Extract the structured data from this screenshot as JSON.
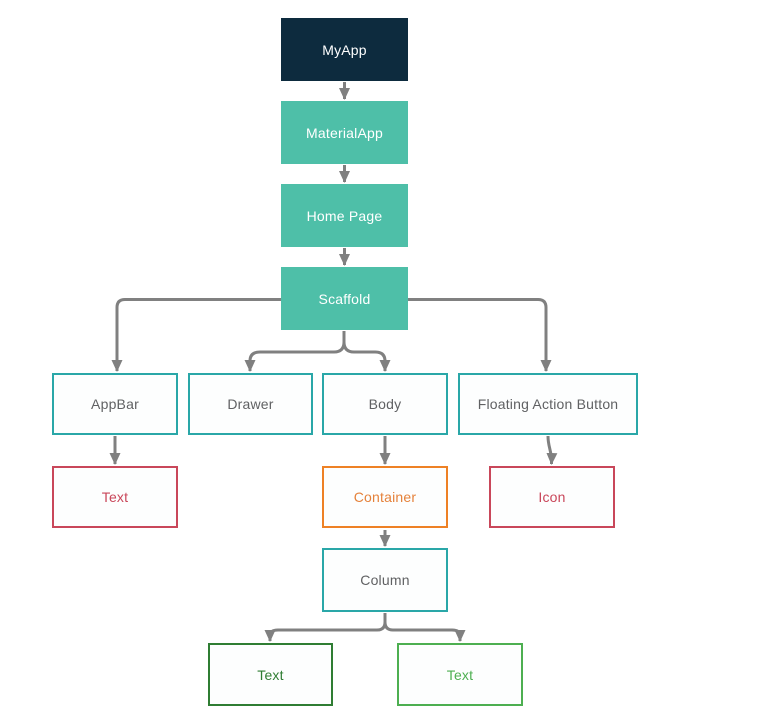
{
  "diagram": {
    "type": "widget-tree-flowchart",
    "nodes": {
      "myapp": {
        "label": "MyApp"
      },
      "materialapp": {
        "label": "MaterialApp"
      },
      "homepage": {
        "label": "Home Page"
      },
      "scaffold": {
        "label": "Scaffold"
      },
      "appbar": {
        "label": "AppBar"
      },
      "drawer": {
        "label": "Drawer"
      },
      "body": {
        "label": "Body"
      },
      "fab": {
        "label": "Floating Action Button"
      },
      "appbar_text": {
        "label": "Text"
      },
      "container": {
        "label": "Container"
      },
      "icon": {
        "label": "Icon"
      },
      "column": {
        "label": "Column"
      },
      "column_text_left": {
        "label": "Text"
      },
      "column_text_right": {
        "label": "Text"
      }
    },
    "edges": [
      {
        "from": "myapp",
        "to": "materialapp"
      },
      {
        "from": "materialapp",
        "to": "homepage"
      },
      {
        "from": "homepage",
        "to": "scaffold"
      },
      {
        "from": "scaffold",
        "to": "appbar"
      },
      {
        "from": "scaffold",
        "to": "drawer"
      },
      {
        "from": "scaffold",
        "to": "body"
      },
      {
        "from": "scaffold",
        "to": "fab"
      },
      {
        "from": "appbar",
        "to": "appbar_text"
      },
      {
        "from": "body",
        "to": "container"
      },
      {
        "from": "fab",
        "to": "icon"
      },
      {
        "from": "container",
        "to": "column"
      },
      {
        "from": "column",
        "to": "column_text_left"
      },
      {
        "from": "column",
        "to": "column_text_right"
      }
    ],
    "colors": {
      "navy_fill": "#0d2b3e",
      "teal_fill": "#4ebfa8",
      "teal_outline": "#2aa7a8",
      "gray_label": "#606163",
      "red_outline": "#c9475a",
      "orange_outline": "#ee8125",
      "green_dark_outline": "#2f7d33",
      "green_light_outline": "#4daf51",
      "connector_gray": "#808080",
      "background": "#ffffff",
      "box_text_white": "#ffffff"
    }
  }
}
